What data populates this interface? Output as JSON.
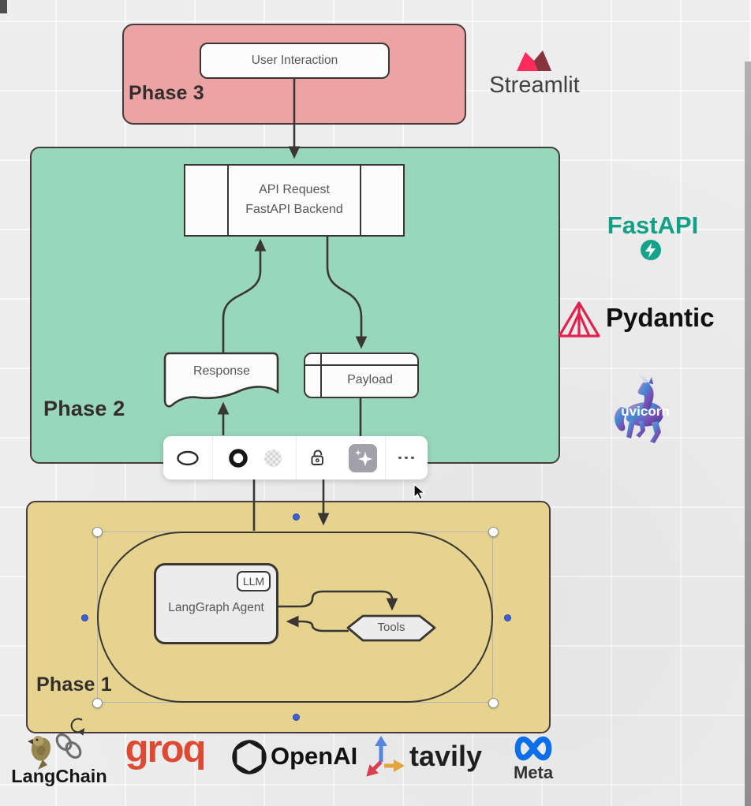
{
  "diagram": {
    "phases": [
      {
        "id": "phase3",
        "label": "Phase 3"
      },
      {
        "id": "phase2",
        "label": "Phase 2"
      },
      {
        "id": "phase1",
        "label": "Phase 1"
      }
    ],
    "nodes": {
      "user_interaction": {
        "label": "User Interaction"
      },
      "api_request": {
        "line1": "API Request",
        "line2": "FastAPI Backend"
      },
      "response": {
        "label": "Response"
      },
      "payload": {
        "label": "Payload"
      },
      "langgraph_agent": {
        "label": "LangGraph Agent"
      },
      "llm_badge": {
        "label": "LLM"
      },
      "tools": {
        "label": "Tools"
      }
    }
  },
  "toolbar": {
    "icons": [
      {
        "name": "oval-shape"
      },
      {
        "name": "bold-circle"
      },
      {
        "name": "transparency-circle"
      },
      {
        "name": "unlock"
      },
      {
        "name": "ai-sparkle"
      },
      {
        "name": "more-options"
      }
    ]
  },
  "logos": {
    "streamlit": {
      "label": "Streamlit"
    },
    "fastapi": {
      "label": "FastAPI"
    },
    "pydantic": {
      "label": "Pydantic"
    },
    "uvicorn": {
      "label": "uvicorn"
    },
    "langchain": {
      "label": "LangChain"
    },
    "groq": {
      "label": "groq"
    },
    "openai": {
      "label": "OpenAI"
    },
    "tavily": {
      "label": "tavily"
    },
    "meta": {
      "label": "Meta"
    }
  },
  "colors": {
    "phase3_fill": "#eba4a3",
    "phase2_fill": "#99d7bc",
    "phase1_fill": "#e5d38f",
    "stroke": "#3a3633",
    "selection_blue": "#3b62d9",
    "streamlit_red": "#ff2b5b",
    "fastapi_teal": "#12a186",
    "pydantic_pink": "#e0234e",
    "groq_red": "#dc4a34",
    "openai_black": "#191919",
    "tavily_blue": "#5585e0",
    "tavily_red": "#d6404f",
    "tavily_orange": "#e2a43b",
    "meta_blue": "#0c6fe8"
  }
}
